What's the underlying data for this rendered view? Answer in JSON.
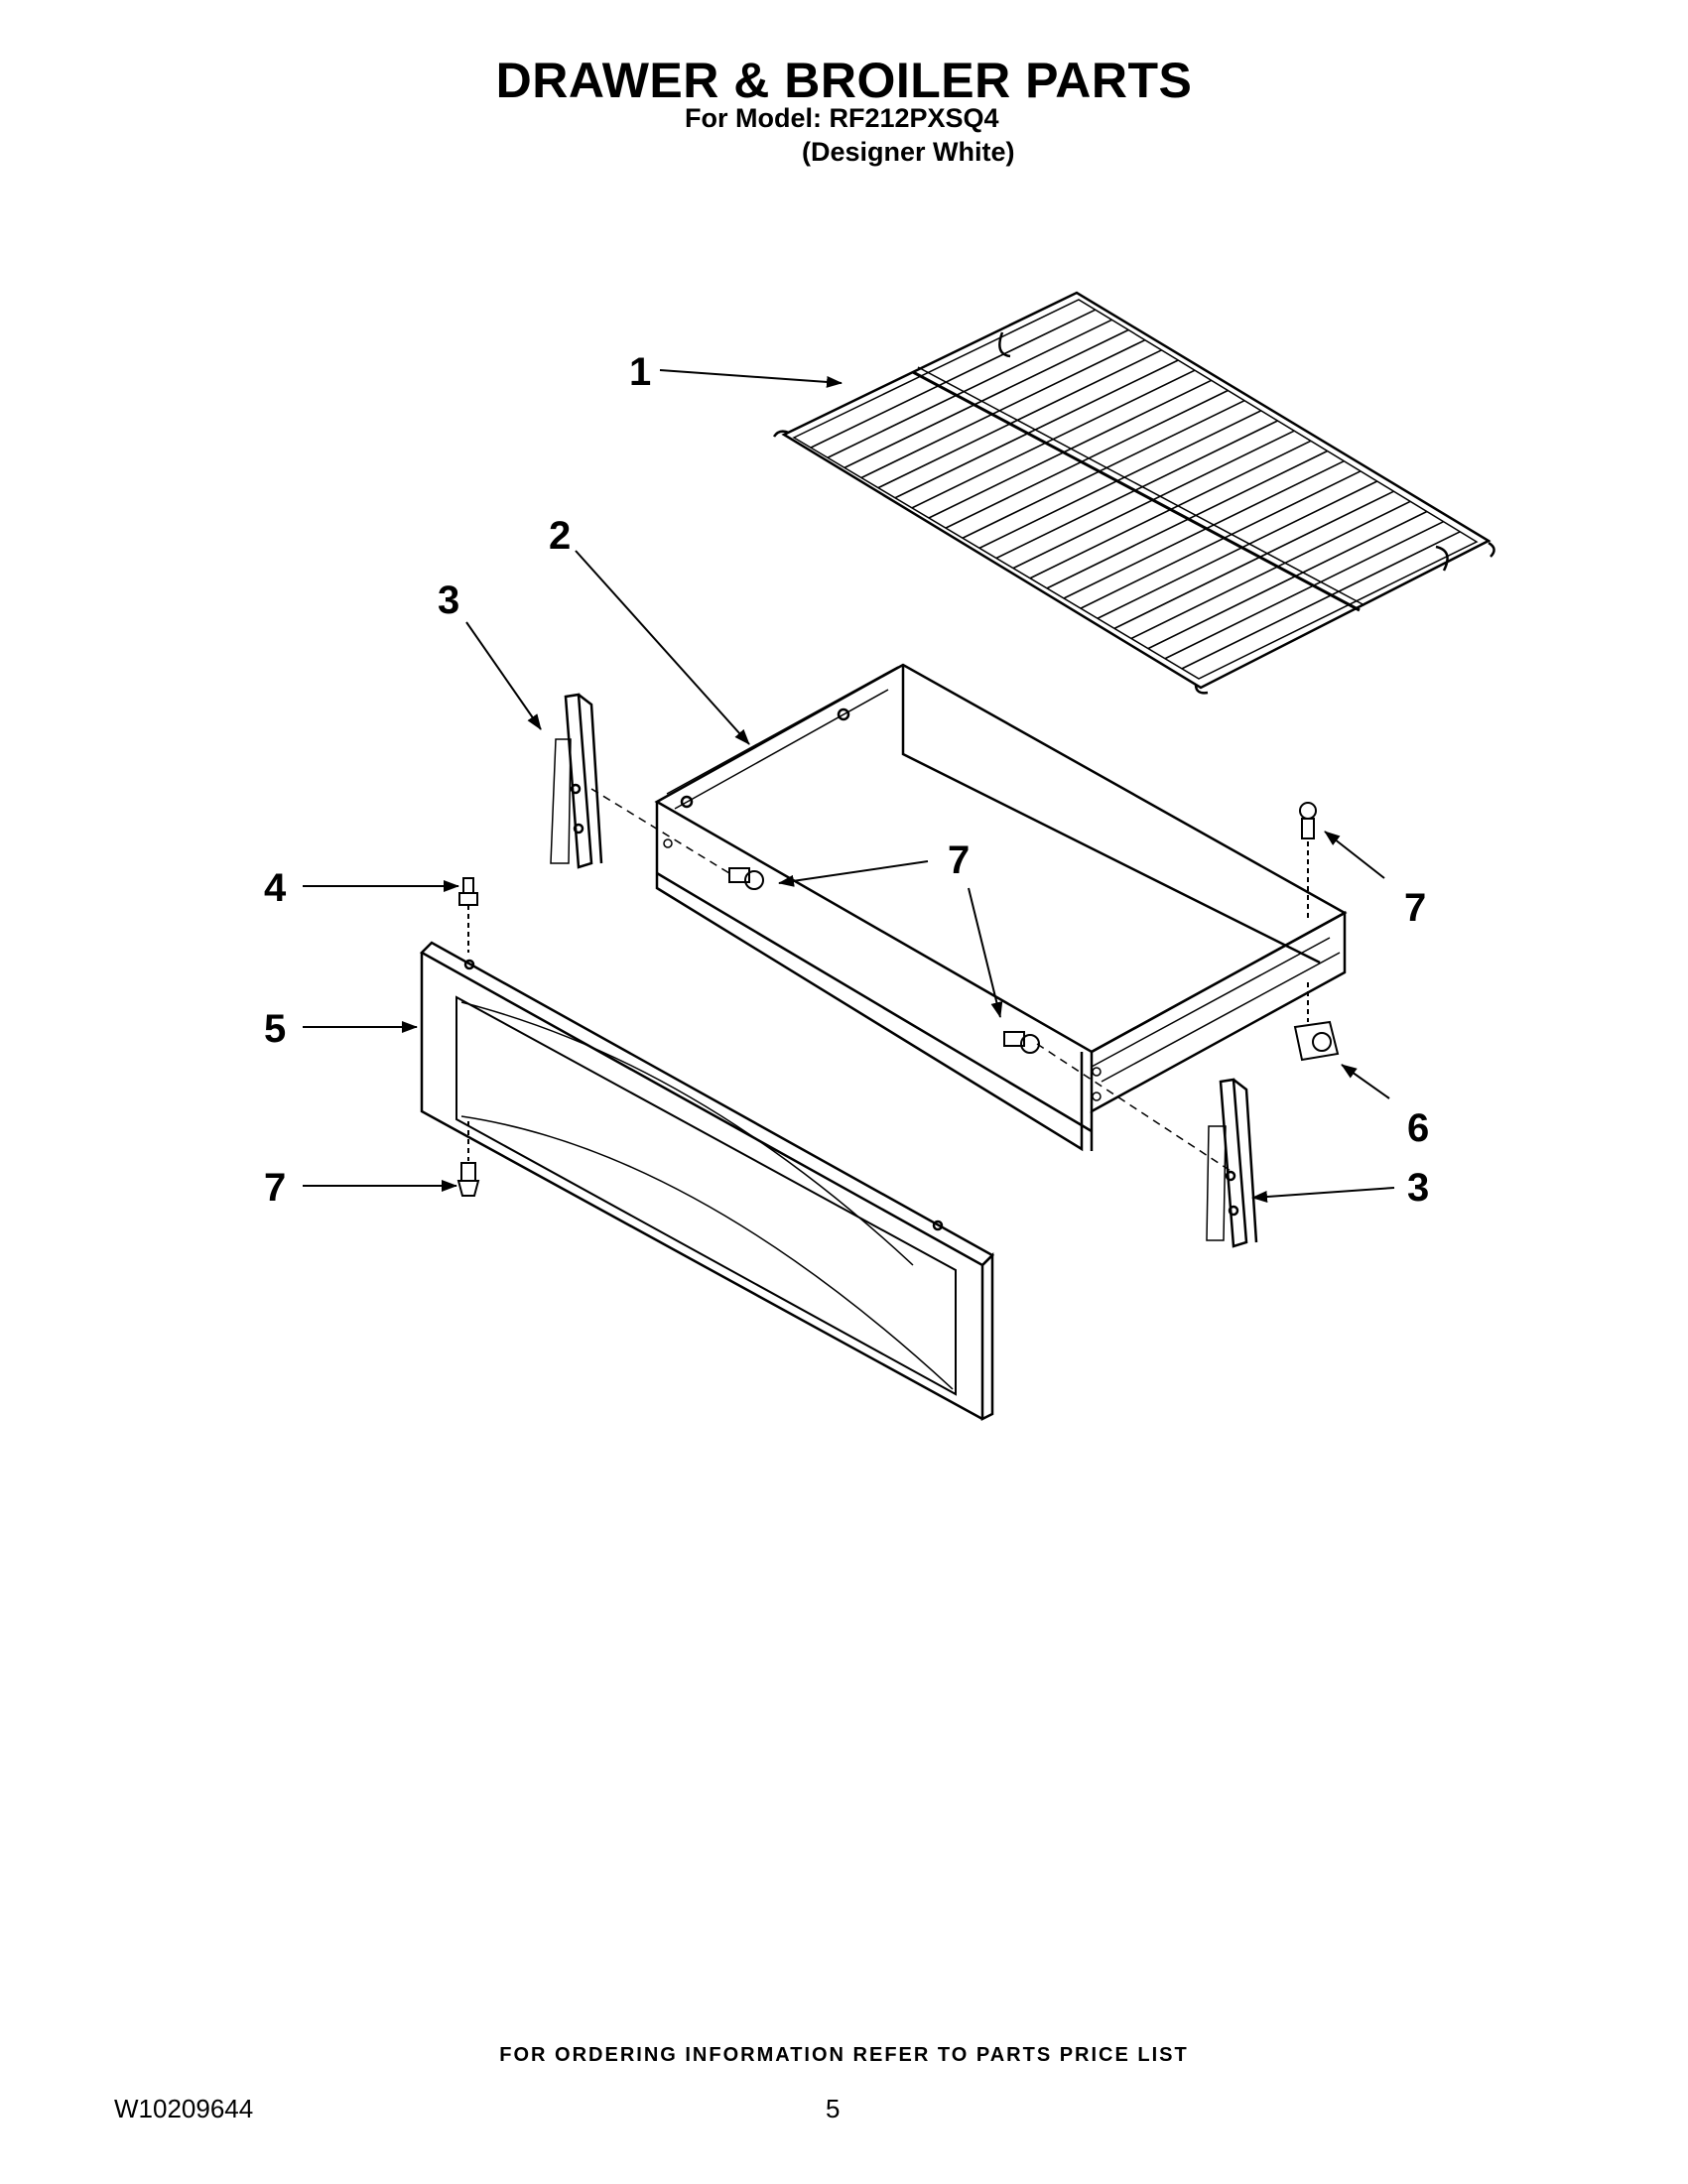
{
  "header": {
    "title": "DRAWER & BROILER PARTS",
    "model_line": "For Model: RF212PXSQ4",
    "variant_line": "(Designer White)"
  },
  "callouts": {
    "c1": "1",
    "c2": "2",
    "c3_left": "3",
    "c3_right": "3",
    "c4": "4",
    "c5": "5",
    "c6": "6",
    "c7_center": "7",
    "c7_right": "7",
    "c7_left": "7"
  },
  "footer": {
    "note": "FOR ORDERING INFORMATION REFER TO PARTS PRICE LIST",
    "doc_number": "W10209644",
    "page_number": "5"
  }
}
